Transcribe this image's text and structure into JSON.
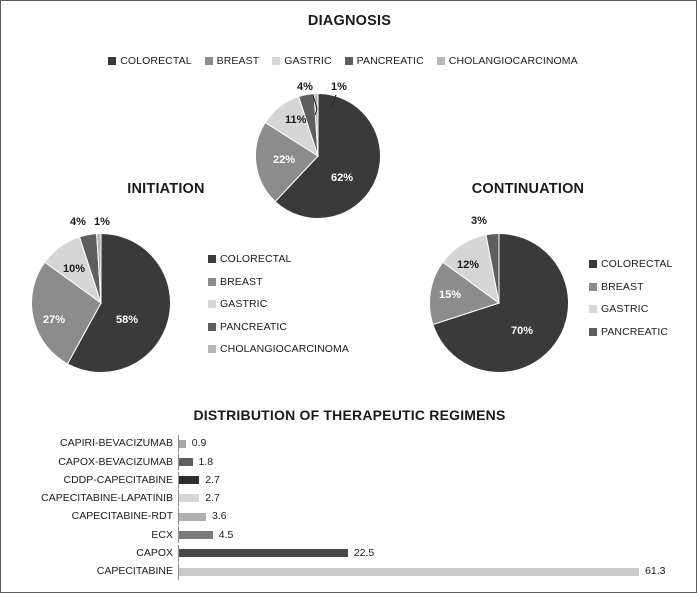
{
  "figure": {
    "border_color": "#5b5b5b",
    "background": "#ffffff"
  },
  "palette": {
    "colorectal": "#3a3a3a",
    "breast": "#8c8c8c",
    "gastric": "#d6d6d6",
    "pancreatic": "#5e5e5e",
    "cholangiocarcinoma": "#b5b5b5"
  },
  "charts": {
    "diagnosis": {
      "title": "DIAGNOSIS",
      "legend": [
        {
          "label": "COLORECTAL",
          "color": "#3a3a3a"
        },
        {
          "label": "BREAST",
          "color": "#8c8c8c"
        },
        {
          "label": "GASTRIC",
          "color": "#d6d6d6"
        },
        {
          "label": "PANCREATIC",
          "color": "#5e5e5e"
        },
        {
          "label": "CHOLANGIOCARCINOMA",
          "color": "#b5b5b5"
        }
      ],
      "labels": [
        "62%",
        "22%",
        "11%",
        "4%",
        "1%"
      ]
    },
    "initiation": {
      "title": "INITIATION",
      "legend": [
        {
          "label": "COLORECTAL",
          "color": "#3a3a3a"
        },
        {
          "label": "BREAST",
          "color": "#8c8c8c"
        },
        {
          "label": "GASTRIC",
          "color": "#d6d6d6"
        },
        {
          "label": "PANCREATIC",
          "color": "#5e5e5e"
        },
        {
          "label": "CHOLANGIOCARCINOMA",
          "color": "#b5b5b5"
        }
      ],
      "labels": [
        "58%",
        "27%",
        "10%",
        "4%",
        "1%"
      ]
    },
    "continuation": {
      "title": "CONTINUATION",
      "legend": [
        {
          "label": "COLORECTAL",
          "color": "#3a3a3a"
        },
        {
          "label": "BREAST",
          "color": "#8c8c8c"
        },
        {
          "label": "GASTRIC",
          "color": "#d6d6d6"
        },
        {
          "label": "PANCREATIC",
          "color": "#5e5e5e"
        }
      ],
      "labels": [
        "70%",
        "15%",
        "12%",
        "3%"
      ]
    },
    "regimens": {
      "title": "DISTRIBUTION OF THERAPEUTIC REGIMENS"
    }
  },
  "chart_data": [
    {
      "type": "pie",
      "title": "DIAGNOSIS",
      "legend_position": "top",
      "categories": [
        "COLORECTAL",
        "BREAST",
        "GASTRIC",
        "PANCREATIC",
        "CHOLANGIOCARCINOMA"
      ],
      "values": [
        62,
        22,
        11,
        4,
        1
      ],
      "data_labels": [
        "62%",
        "22%",
        "11%",
        "4%",
        "1%"
      ],
      "colors": [
        "#3a3a3a",
        "#8c8c8c",
        "#d6d6d6",
        "#5e5e5e",
        "#b5b5b5"
      ],
      "units": "percent"
    },
    {
      "type": "pie",
      "title": "INITIATION",
      "legend_position": "right",
      "categories": [
        "COLORECTAL",
        "BREAST",
        "GASTRIC",
        "PANCREATIC",
        "CHOLANGIOCARCINOMA"
      ],
      "values": [
        58,
        27,
        10,
        4,
        1
      ],
      "data_labels": [
        "58%",
        "27%",
        "10%",
        "4%",
        "1%"
      ],
      "colors": [
        "#3a3a3a",
        "#8c8c8c",
        "#d6d6d6",
        "#5e5e5e",
        "#b5b5b5"
      ],
      "units": "percent"
    },
    {
      "type": "pie",
      "title": "CONTINUATION",
      "legend_position": "right",
      "categories": [
        "COLORECTAL",
        "BREAST",
        "GASTRIC",
        "PANCREATIC"
      ],
      "values": [
        70,
        15,
        12,
        3
      ],
      "data_labels": [
        "70%",
        "15%",
        "12%",
        "3%"
      ],
      "colors": [
        "#3a3a3a",
        "#8c8c8c",
        "#d6d6d6",
        "#5e5e5e"
      ],
      "units": "percent"
    },
    {
      "type": "bar",
      "orientation": "horizontal",
      "title": "DISTRIBUTION OF THERAPEUTIC REGIMENS",
      "categories": [
        "CAPIRI-BEVACIZUMAB",
        "CAPOX-BEVACIZUMAB",
        "CDDP-CAPECITABINE",
        "CAPECITABINE-LAPATINIB",
        "CAPECITABINE-RDT",
        "ECX",
        "CAPOX",
        "CAPECITABINE"
      ],
      "values": [
        0.9,
        1.8,
        2.7,
        2.7,
        3.6,
        4.5,
        22.5,
        61.3
      ],
      "data_labels": [
        "0.9",
        "1.8",
        "2.7",
        "2.7",
        "3.6",
        "4.5",
        "22.5",
        "61.3"
      ],
      "colors": [
        "#a8a8a8",
        "#5e5e5e",
        "#2e2e2e",
        "#d6d6d6",
        "#b0b0b0",
        "#7b7b7b",
        "#4a4a4a",
        "#c9c9c9"
      ],
      "xlim": [
        0,
        61.3
      ],
      "xlabel": "",
      "ylabel": "",
      "grid": false,
      "legend": false
    }
  ]
}
